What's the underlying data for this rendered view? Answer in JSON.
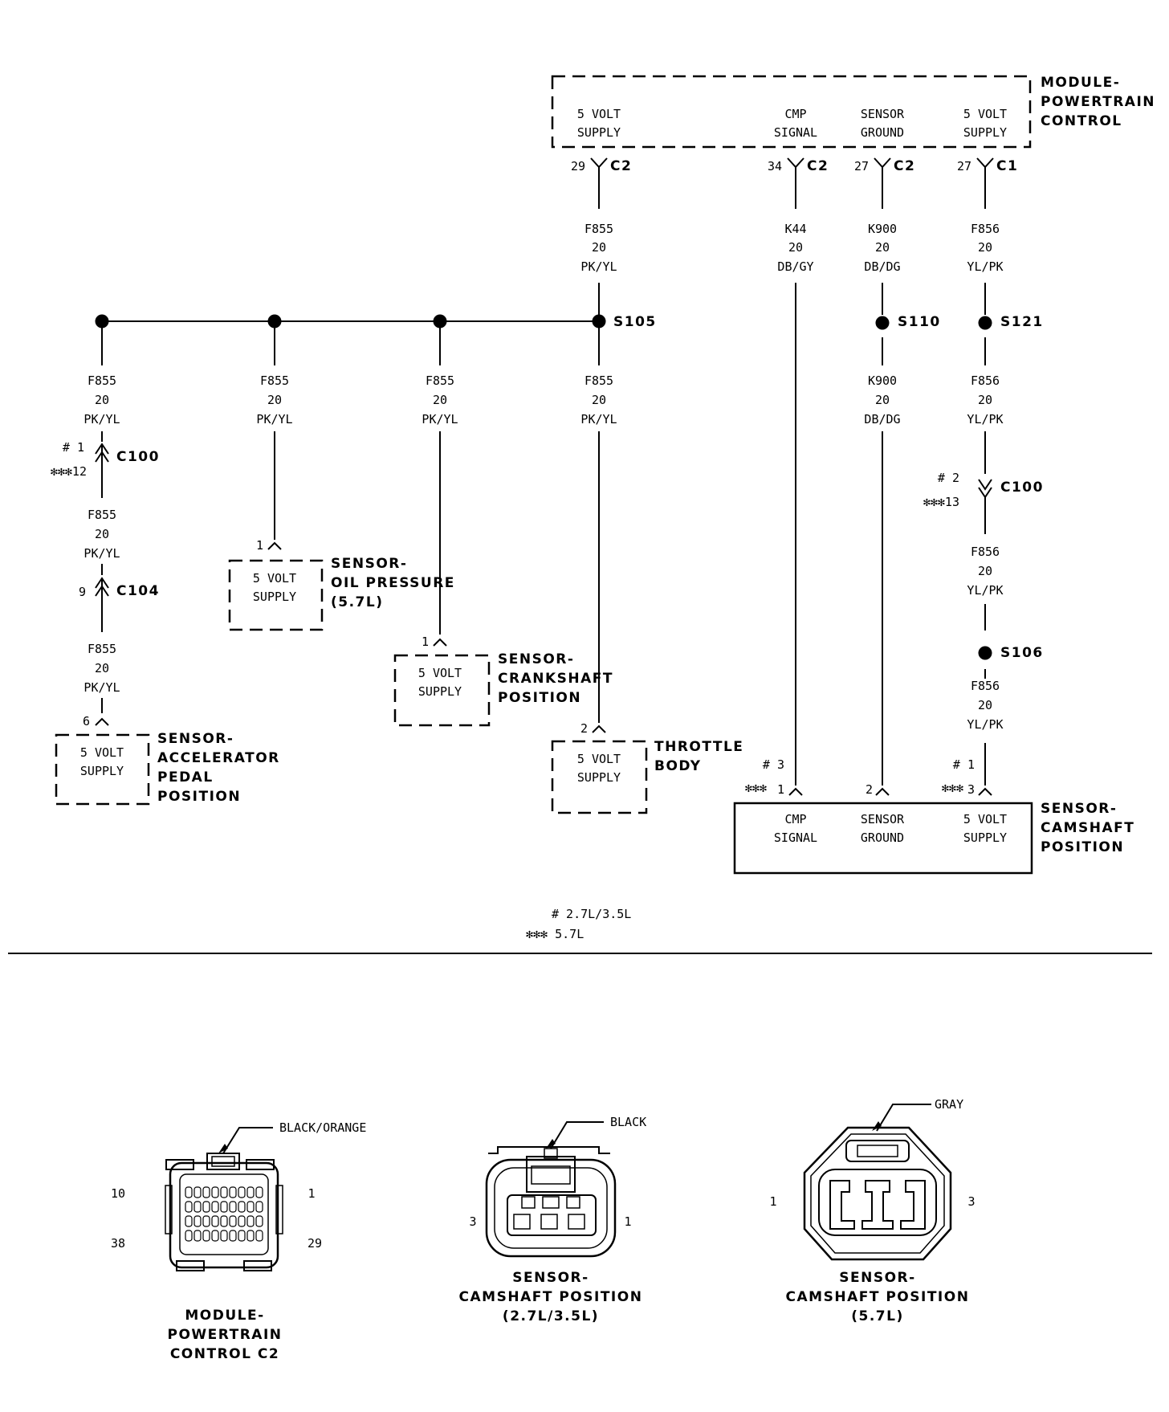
{
  "pcm": {
    "title": [
      "MODULE-",
      "POWERTRAIN",
      "CONTROL"
    ],
    "pins": [
      {
        "label": [
          "5 VOLT",
          "SUPPLY"
        ],
        "pin": "29",
        "connector": "C2"
      },
      {
        "label": [
          "CMP",
          "SIGNAL"
        ],
        "pin": "34",
        "connector": "C2"
      },
      {
        "label": [
          "SENSOR",
          "GROUND"
        ],
        "pin": "27",
        "connector": "C2"
      },
      {
        "label": [
          "5 VOLT",
          "SUPPLY"
        ],
        "pin": "27",
        "connector": "C1"
      }
    ]
  },
  "wire_f855": [
    "F855",
    "20",
    "PK/YL"
  ],
  "wire_k44": [
    "K44",
    "20",
    "DB/GY"
  ],
  "wire_k900": [
    "K900",
    "20",
    "DB/DG"
  ],
  "wire_f856": [
    "F856",
    "20",
    "YL/PK"
  ],
  "splices": {
    "s105": "S105",
    "s110": "S110",
    "s121": "S121",
    "s106": "S106"
  },
  "inline": {
    "c100_left": {
      "name": "C100",
      "pin_a": "# 1",
      "pin_b": "✻✻✻12"
    },
    "c104": {
      "name": "C104",
      "pin": "9"
    },
    "c100_right": {
      "name": "C100",
      "pin_a": "# 2",
      "pin_b": "✻✻✻13"
    }
  },
  "oil_pressure": {
    "pin": "1",
    "label": [
      "5 VOLT",
      "SUPPLY"
    ],
    "title": [
      "SENSOR-",
      "OIL PRESSURE",
      "(5.7L)"
    ]
  },
  "crankshaft": {
    "pin": "1",
    "label": [
      "5 VOLT",
      "SUPPLY"
    ],
    "title": [
      "SENSOR-",
      "CRANKSHAFT",
      "POSITION"
    ]
  },
  "accelerator": {
    "pin": "6",
    "label": [
      "5 VOLT",
      "SUPPLY"
    ],
    "title": [
      "SENSOR-",
      "ACCELERATOR",
      "PEDAL",
      "POSITION"
    ]
  },
  "throttle": {
    "pin": "2",
    "label": [
      "5 VOLT",
      "SUPPLY"
    ],
    "title": [
      "THROTTLE",
      "BODY"
    ]
  },
  "camshaft": {
    "title": [
      "SENSOR-",
      "CAMSHAFT",
      "POSITION"
    ],
    "pins": [
      {
        "label": [
          "CMP",
          "SIGNAL"
        ],
        "pin_a": "# 3",
        "pin_b_prefix": "✻✻✻",
        "pin_b": "1"
      },
      {
        "label": [
          "SENSOR",
          "GROUND"
        ],
        "pin_b": "2"
      },
      {
        "label": [
          "5 VOLT",
          "SUPPLY"
        ],
        "pin_a": "# 1",
        "pin_b_prefix": "✻✻✻",
        "pin_b": "3"
      }
    ]
  },
  "legend": {
    "line1": "# 2.7L/3.5L",
    "line2": "✻✻✻ 5.7L"
  },
  "connector_views": [
    {
      "title": [
        "MODULE-",
        "POWERTRAIN",
        "CONTROL C2"
      ],
      "color": "BLACK/ORANGE",
      "pins": [
        "10",
        "1",
        "38",
        "29"
      ]
    },
    {
      "title": [
        "SENSOR-",
        "CAMSHAFT POSITION",
        "(2.7L/3.5L)"
      ],
      "color": "BLACK",
      "pins": [
        "3",
        "1"
      ]
    },
    {
      "title": [
        "SENSOR-",
        "CAMSHAFT POSITION",
        "(5.7L)"
      ],
      "color": "GRAY",
      "pins": [
        "1",
        "3"
      ]
    }
  ]
}
